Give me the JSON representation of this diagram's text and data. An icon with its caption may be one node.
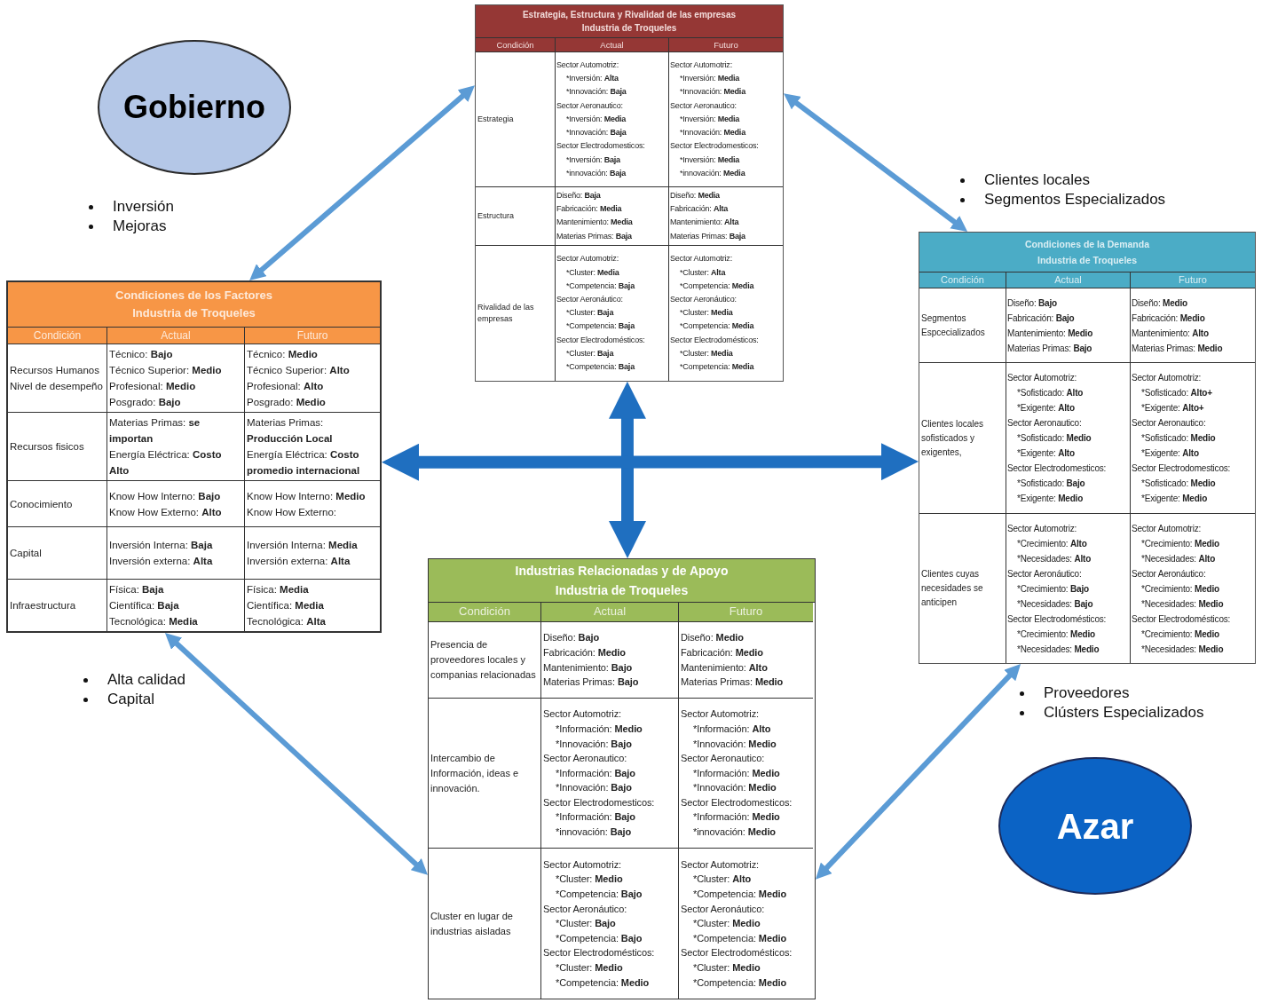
{
  "diagram": {
    "nodes": [
      {
        "text": [
          "Estrategia, Estructura y Rivalidad de las empresas",
          "Industria de Troqueles"
        ]
      },
      {
        "text": [
          "Condición"
        ],
        "in": 0
      },
      {
        "text": [
          "Actual"
        ],
        "in": 0
      },
      {
        "text": [
          "Futuro"
        ],
        "in": 0
      },
      {
        "text": [
          "Estrategia"
        ],
        "in": 0
      },
      {
        "text": [
          "Sector Automotriz:",
          "*Inversión: **Alta**",
          "*Innovación: **Baja**",
          "Sector Aeronautico:",
          "*Inversión: **Media**",
          "*Innovación: **Baja**",
          "Sector Electrodomesticos:",
          "*Inversión: **Baja**",
          "*innovación: **Baja**"
        ],
        "in": 0
      },
      {
        "text": [
          "Sector Automotriz:",
          "*Inversión: **Media**",
          "*Innovación: **Media**",
          "Sector Aeronautico:",
          "*Inversión: **Media**",
          "*Innovación: **Media**",
          "Sector Electrodomesticos:",
          "*Inversión: **Media**",
          "*innovación: **Media**"
        ],
        "in": 0
      },
      {
        "text": [
          "Estructura"
        ],
        "in": 0
      },
      {
        "text": [
          "Diseño: **Baja**",
          "Fabricación: **Media**",
          "Mantenimiento: **Media**",
          "Materias Primas: **Baja**"
        ],
        "in": 0
      },
      {
        "text": [
          "Diseño: **Media**",
          "Fabricación: **Alta**",
          "Mantenimiento: **Alta**",
          "Materias Primas: **Baja**"
        ],
        "in": 0
      },
      {
        "text": [
          "Rivalidad de las empresas"
        ],
        "in": 0
      },
      {
        "text": [
          "Sector Automotriz:",
          "*Cluster: **Media**",
          "*Competencia: **Baja**",
          "Sector Aeronáutico:",
          "*Cluster: **Baja**",
          "*Competencia: **Baja**",
          "Sector Electrodomésticos:",
          "*Cluster: **Baja**",
          "*Competencia: **Baja**"
        ],
        "in": 0
      },
      {
        "text": [
          "Sector Automotriz:",
          "*Cluster: **Alta**",
          "*Competencia: **Media**",
          "Sector Aeronáutico:",
          "*Cluster: **Media**",
          "*Competencia: **Media**",
          "Sector Electrodomésticos:",
          "*Cluster: **Media**",
          "*Competencia: **Media**"
        ],
        "in": 0
      },
      {
        "text": [
          "Gobierno"
        ]
      },
      {
        "text": [
          "Condiciones de la Demanda",
          "Industria de Troqueles"
        ]
      },
      {
        "text": [
          "Condición"
        ],
        "in": 14
      },
      {
        "text": [
          "Actual"
        ],
        "in": 14
      },
      {
        "text": [
          "Futuro"
        ],
        "in": 14
      },
      {
        "text": [
          "Segmentos Espcecializados"
        ],
        "in": 14
      },
      {
        "text": [
          "Diseño: **Bajo**",
          "Fabricación: **Bajo**",
          "Mantenimiento: **Medio**",
          "Materias Primas: **Bajo**"
        ],
        "in": 14
      },
      {
        "text": [
          "Diseño: **Medio**",
          "Fabricación: **Medio**",
          "Mantenimiento: **Alto**",
          "Materias Primas: **Medio**"
        ],
        "in": 14
      },
      {
        "text": [
          "Clientes locales sofisticados y exigentes,"
        ],
        "in": 14
      },
      {
        "text": [
          "Sector Automotriz:",
          "*Sofisticado: **Alto**",
          "*Exigente: **Alto**",
          "Sector Aeronautico:",
          "*Sofisticado: **Medio**",
          "*Exigente: **Alto**",
          "Sector Electrodomesticos:",
          "*Sofisticado: **Bajo**",
          "*Exigente: **Medio**"
        ],
        "in": 14
      },
      {
        "text": [
          "Sector Automotriz:",
          "*Sofisticado: **Alto+**",
          "*Exigente: **Alto+**",
          "Sector Aeronautico:",
          "*Sofisticado: **Medio**",
          "*Exigente: **Alto**",
          "Sector Electrodomesticos:",
          "*Sofisticado: **Medio**",
          "*Exigente: **Medio**"
        ],
        "in": 14
      },
      {
        "text": [
          "Clientes cuyas necesidades se anticipen"
        ],
        "in": 14
      },
      {
        "text": [
          "Sector Automotriz:",
          "*Crecimiento: **Alto**",
          "*Necesidades: **Alto**",
          "Sector Aeronáutico:",
          "*Crecimiento: **Bajo**",
          "*Necesidades: **Bajo**",
          "Sector Electrodomésticos:",
          "*Crecimiento: **Medio**",
          "*Necesidades: **Medio**"
        ],
        "in": 14
      },
      {
        "text": [
          "Sector Automotriz:",
          "*Crecimiento: **Medio**",
          "*Necesidades: **Alto**",
          "Sector Aeronáutico:",
          "*Crecimiento: **Medio**",
          "*Necesidades: **Medio**",
          "Sector Electrodomésticos:",
          "*Crecimiento: **Medio**",
          "*Necesidades: **Medio**"
        ],
        "in": 14
      },
      {
        "text": [
          "Condiciones de los Factores",
          "Industria de Troqueles"
        ]
      },
      {
        "text": [
          "Condición"
        ],
        "in": 27
      },
      {
        "text": [
          "Actual"
        ],
        "in": 27
      },
      {
        "text": [
          "Futuro"
        ],
        "in": 27
      },
      {
        "text": [
          "Recursos Humanos Nivel de desempeño"
        ],
        "in": 27
      },
      {
        "text": [
          "Técnico: **Bajo**",
          "Técnico Superior: **Medio**",
          "Profesional: **Medio**",
          "Posgrado: **Bajo**"
        ],
        "in": 27
      },
      {
        "text": [
          "Técnico: **Medio**",
          "Técnico Superior: **Alto**",
          "Profesional: **Alto**",
          "Posgrado: **Medio**"
        ],
        "in": 27
      },
      {
        "text": [
          "Recursos fisicos"
        ],
        "in": 27
      },
      {
        "text": [
          "Materias Primas: **se importan**",
          "Energía Eléctrica: **Costo Alto**"
        ],
        "in": 27
      },
      {
        "text": [
          "Materias Primas: **Producción Local**",
          "Energía Eléctrica: **Costo promedio internacional**"
        ],
        "in": 27
      },
      {
        "text": [
          "Conocimiento"
        ],
        "in": 27
      },
      {
        "text": [
          "Know How Interno: **Bajo**",
          "Know How Externo: **Alto**"
        ],
        "in": 27
      },
      {
        "text": [
          "Know How Interno: **Medio**",
          "Know How Externo:"
        ],
        "in": 27
      },
      {
        "text": [
          "Capital"
        ],
        "in": 27
      },
      {
        "text": [
          "Inversión Interna: **Baja**",
          "Inversión externa: **Alta**"
        ],
        "in": 27
      },
      {
        "text": [
          "Inversión Interna: **Media**",
          "Inversión externa: **Alta**"
        ],
        "in": 27
      },
      {
        "text": [
          "Infraestructura"
        ],
        "in": 27
      },
      {
        "text": [
          "Física: **Baja**",
          "Científica: **Baja**",
          "Tecnológica: **Media**"
        ],
        "in": 27
      },
      {
        "text": [
          "Física: **Media**",
          "Científica: **Media**",
          "Tecnológica: **Alta**"
        ],
        "in": 27
      },
      {
        "text": [
          "Industrias Relacionadas y de Apoyo",
          "Industria de Troqueles"
        ]
      },
      {
        "text": [
          "Condición"
        ],
        "in": 46
      },
      {
        "text": [
          "Actual"
        ],
        "in": 46
      },
      {
        "text": [
          "Futuro"
        ],
        "in": 46
      },
      {
        "text": [
          "Presencia de proveedores locales y companias relacionadas"
        ],
        "in": 46
      },
      {
        "text": [
          "Diseño: **Bajo**",
          "Fabricación: **Medio**",
          "Mantenimiento: **Bajo**",
          "Materias Primas: **Bajo**"
        ],
        "in": 46
      },
      {
        "text": [
          "Diseño: **Medio**",
          "Fabricación: **Medio**",
          "Mantenimiento: **Alto**",
          "Materias Primas: **Medio**"
        ],
        "in": 46
      },
      {
        "text": [
          "Intercambio de Información, ideas e innovación."
        ],
        "in": 46
      },
      {
        "text": [
          "Sector Automotriz:",
          "*Información: **Medio**",
          "*Innovación: **Bajo**",
          "Sector Aeronautico:",
          "*Información: **Bajo**",
          "*Innovación: **Bajo**",
          "Sector Electrodomesticos:",
          "*Información: **Bajo**",
          "*innovación: **Bajo**"
        ],
        "in": 46
      },
      {
        "text": [
          "Sector Automotriz:",
          "*Información: **Alto**",
          "*Innovación: **Medio**",
          "Sector Aeronautico:",
          "*Información: **Medio**",
          "*Innovación: **Medio**",
          "Sector Electrodomesticos:",
          "*Información: **Medio**",
          "*innovación: **Medio**"
        ],
        "in": 46
      },
      {
        "text": [
          "Cluster en lugar de industrias aisladas"
        ],
        "in": 46
      },
      {
        "text": [
          "Sector Automotriz:",
          "*Cluster: **Medio**",
          "*Competencia: **Bajo**",
          "Sector Aeronáutico:",
          "*Cluster: **Bajo**",
          "*Competencia: **Bajo**",
          "Sector Electrodomésticos:",
          "*Cluster: **Medio**",
          "*Competencia: **Medio**"
        ],
        "in": 46
      },
      {
        "text": [
          "Sector Automotriz:",
          "*Cluster: **Alto**",
          "*Competencia: **Medio**",
          "Sector Aeronáutico:",
          "*Cluster: **Medio**",
          "*Competencia: **Medio**",
          "Sector Electrodomésticos:",
          "*Cluster: **Medio**",
          "*Competencia: **Medio**"
        ],
        "in": 46
      },
      {
        "text": [
          "Azar"
        ]
      }
    ],
    "edges": [
      {
        "from": 27,
        "to": 0,
        "arrow": "both"
      },
      {
        "from": 0,
        "to": 14,
        "arrow": "both"
      },
      {
        "from": 27,
        "to": 46,
        "arrow": "both"
      },
      {
        "from": 14,
        "to": 46,
        "arrow": "both"
      },
      {
        "from": 0,
        "to": 46,
        "arrow": "both",
        "style": "thick",
        "color": "#1f6fc0"
      },
      {
        "from": 27,
        "to": 14,
        "arrow": "both",
        "style": "thick",
        "color": "#1f6fc0"
      }
    ],
    "labels": [
      "Clientes locales",
      "Segmentos Especializados",
      "Inversión",
      "Mejoras",
      "Alta calidad",
      "Capital",
      "Proveedores",
      "Clústers Especializados"
    ]
  }
}
